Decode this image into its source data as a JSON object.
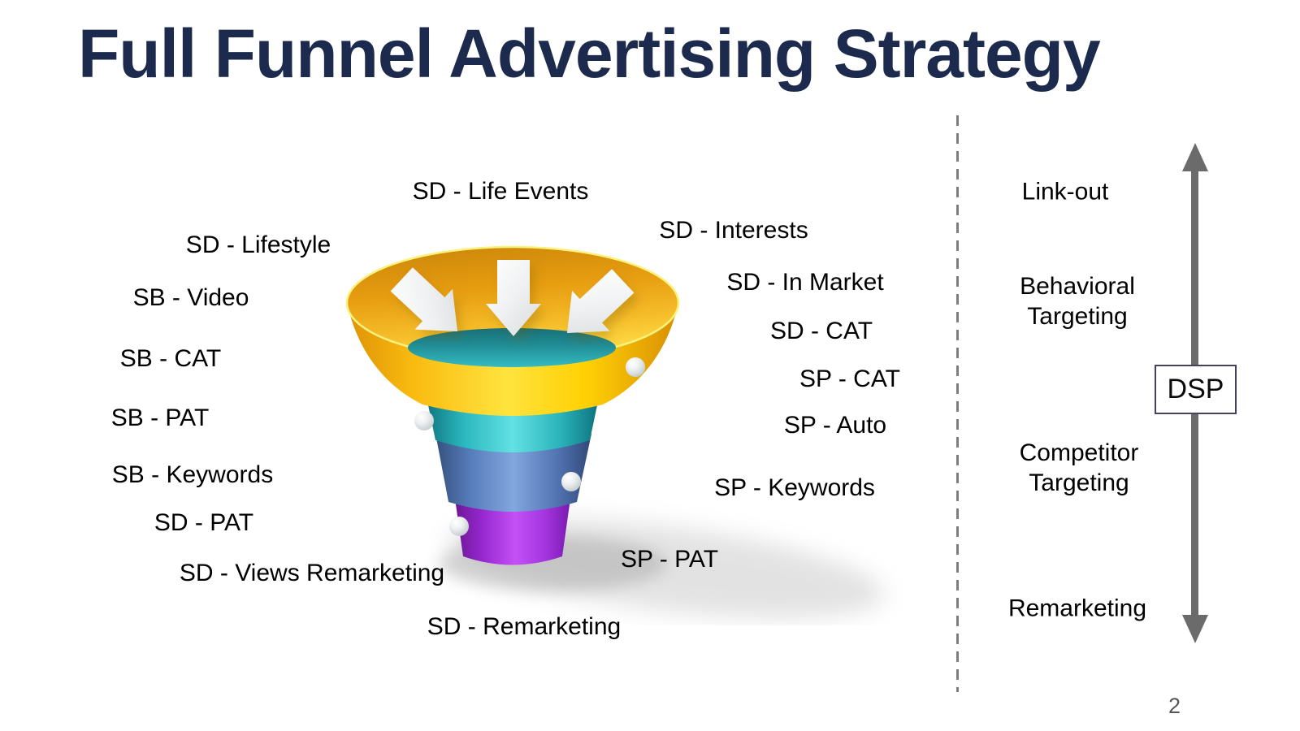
{
  "title": "Full Funnel Advertising Strategy",
  "title_color": "#1c2b4d",
  "page_number": "2",
  "funnel": {
    "stage_colors": {
      "rim_orange": "#E89C10",
      "stage1_yellow": "#FFD904",
      "stage2_teal": "#2CB9C0",
      "stage3_blue": "#567CBA",
      "stage4_purple": "#A435E0",
      "pool_teal": "#2BA6AD"
    },
    "labels": [
      {
        "text": "SD - Life Events"
      },
      {
        "text": "SD - Lifestyle"
      },
      {
        "text": "SB - Video"
      },
      {
        "text": "SB - CAT"
      },
      {
        "text": "SB - PAT"
      },
      {
        "text": "SB - Keywords"
      },
      {
        "text": "SD - PAT"
      },
      {
        "text": "SD - Views Remarketing"
      },
      {
        "text": "SD - Remarketing"
      },
      {
        "text": "SD - Interests"
      },
      {
        "text": "SD - In Market"
      },
      {
        "text": "SD - CAT"
      },
      {
        "text": "SP - CAT"
      },
      {
        "text": "SP - Auto"
      },
      {
        "text": "SP - Keywords"
      },
      {
        "text": "SP - PAT"
      }
    ]
  },
  "dsp_panel": {
    "items": [
      {
        "lines": [
          "Link-out"
        ]
      },
      {
        "lines": [
          "Behavioral",
          "Targeting"
        ]
      },
      {
        "lines": [
          "Competitor",
          "Targeting"
        ]
      },
      {
        "lines": [
          "Remarketing"
        ]
      }
    ],
    "box_label": "DSP",
    "arrow_color": "#6b6b6b"
  }
}
